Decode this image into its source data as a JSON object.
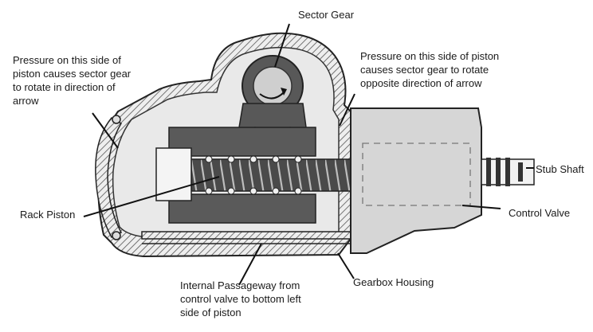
{
  "labels": {
    "sector_gear": "Sector Gear",
    "pressure_left": [
      "Pressure on this side of",
      "piston causes sector gear",
      "to rotate in direction of",
      "arrow"
    ],
    "pressure_right": [
      "Pressure on this side of piston",
      "causes sector gear to rotate",
      "opposite direction of arrow"
    ],
    "stub_shaft": "Stub Shaft",
    "rack_piston": "Rack Piston",
    "control_valve": "Control Valve",
    "internal_passageway": [
      "Internal Passageway from",
      "control valve to bottom left",
      "side of piston"
    ],
    "gearbox_housing": "Gearbox Housing"
  },
  "colors": {
    "background": "#ffffff",
    "housing_fill": "#e8e8e8",
    "hatch_line": "#555555",
    "piston_dark": "#555555",
    "control_valve": "#d4d4d4",
    "outline": "#222222"
  }
}
